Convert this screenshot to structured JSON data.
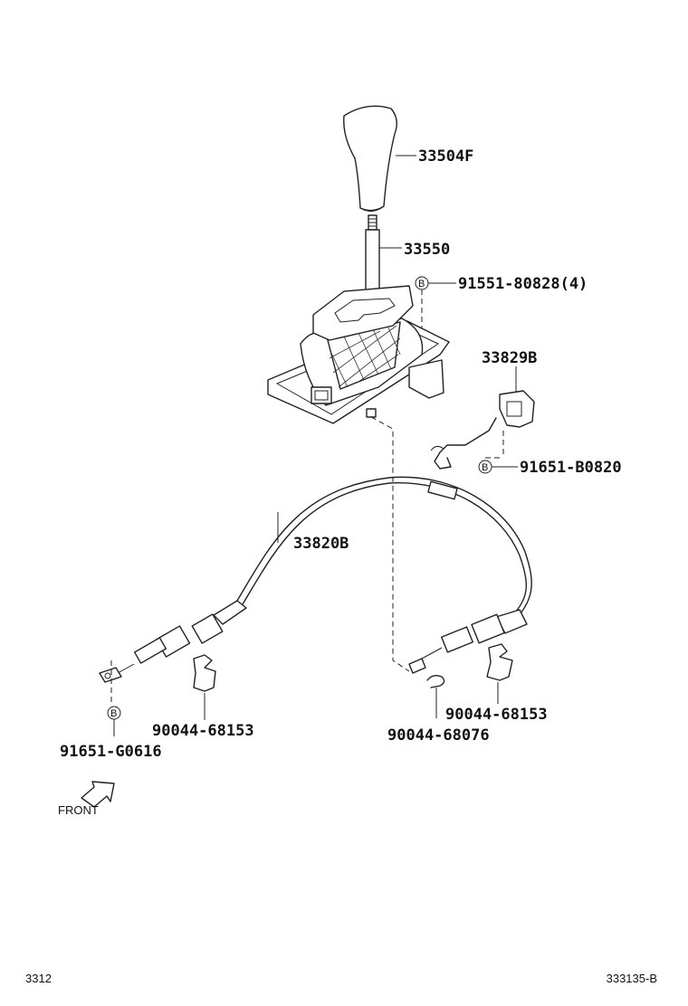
{
  "parts": {
    "knob": "33504F",
    "lever": "33550",
    "bolt_housing": "91551-80828(4)",
    "bracket": "33829B",
    "bolt_bracket": "91651-B0820",
    "cable": "33820B",
    "clip_left": "90044-68153",
    "clip_right": "90044-68153",
    "clip_small": "90044-68076",
    "bolt_end": "91651-G0616"
  },
  "markers": {
    "bolt_symbol": "B"
  },
  "front_label": "FRONT",
  "footer": {
    "left": "3312",
    "right": "333135-B"
  }
}
